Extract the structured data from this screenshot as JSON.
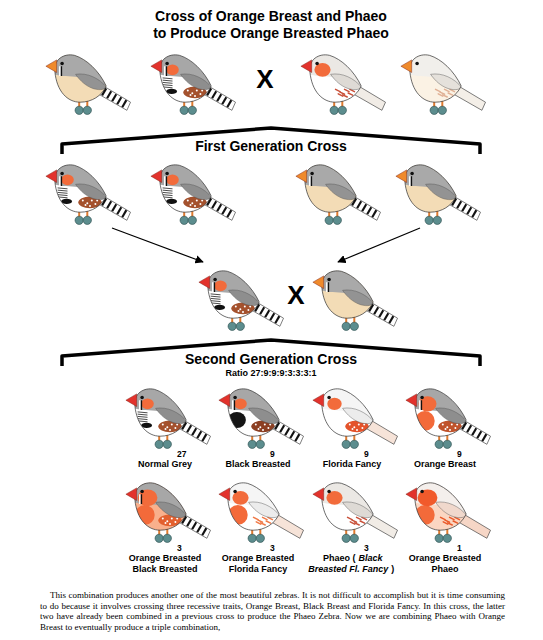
{
  "diagram": {
    "title": "Cross of Orange Breast and Phaeo to Produce Orange Breasted Phaeo",
    "caption": "This combination produces another one of the most beautiful zebras. It is not difficult to accomplish but it is time consuming to do because it involves crossing three recessive traits, Orange Breast, Black Breast and Florida Fancy. In this cross, the latter two have already been combined in a previous cross to produce the Phaeo Zebra. Now we are combining Phaeo with Orange Breast to eventually produce a triple combination,",
    "labels": [
      "X",
      "First Generation Cross",
      "X",
      "Second Generation Cross",
      "Ratio 27:9:9:9:3:3:3:1",
      "27",
      "Normal Grey",
      "9",
      "Black Breasted",
      "9",
      "Florida Fancy",
      "9",
      "Orange Breast",
      "3",
      "Orange Breasted Black Breasted",
      "3",
      "Orange Breasted Florida Fancy",
      "3",
      "Phaeo (",
      "Black Breasted Fl. Fancy",
      ")",
      "1",
      "Orange Breasted Phaeo"
    ]
  }
}
